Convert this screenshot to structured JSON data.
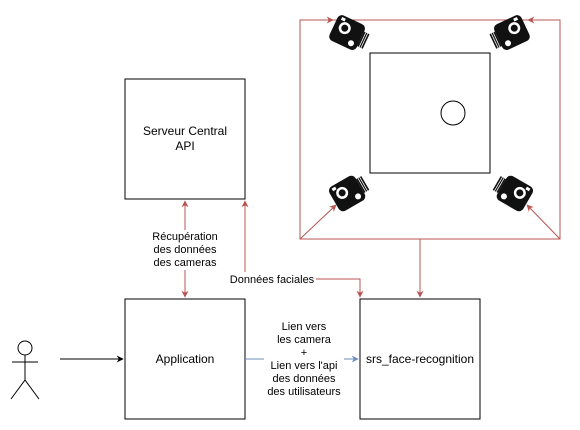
{
  "diagram": {
    "nodes": {
      "server": {
        "label_line1": "Serveur Central",
        "label_line2": "API"
      },
      "application": {
        "label": "Application"
      },
      "srs": {
        "label": "srs_face-recognition"
      }
    },
    "edges": {
      "recuperation": {
        "line1": "Récupération",
        "line2": "des données",
        "line3": "des cameras"
      },
      "donnees_faciales": {
        "label": "Données faciales"
      },
      "liens": {
        "line1": "Lien vers",
        "line2": "les camera",
        "line3": "+",
        "line4": "Lien vers l'api",
        "line5": "des données",
        "line6": "des utilisateurs"
      }
    },
    "colors": {
      "red_arrow": "#b85450",
      "blue_arrow": "#6c8ebf",
      "black": "#000000"
    }
  }
}
